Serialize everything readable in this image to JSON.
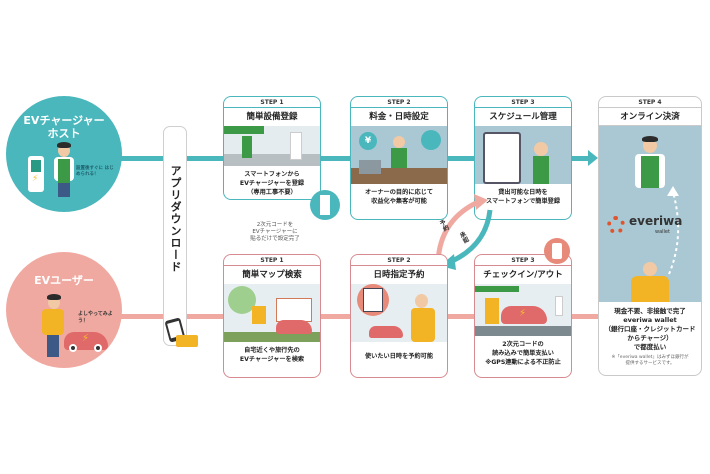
{
  "host": {
    "title_line1": "EVチャージャー",
    "title_line2": "ホスト",
    "speech": "設置後すぐに はじめられる！"
  },
  "user": {
    "title": "EVユーザー",
    "speech": "よしやってみよう！"
  },
  "app_download": {
    "label": "アプリダウンロード"
  },
  "host_steps": [
    {
      "step": "STEP 1",
      "heading": "簡単設備登録",
      "caption": [
        "スマートフォンから",
        "EVチャージャーを登録",
        "（専用工事不要）"
      ],
      "note": [
        "2次元コードを",
        "EVチャージャーに",
        "貼るだけで設定完了"
      ]
    },
    {
      "step": "STEP 2",
      "heading": "料金・日時設定",
      "caption": [
        "オーナーの目的に応じて",
        "収益化や集客が可能"
      ]
    },
    {
      "step": "STEP 3",
      "heading": "スケジュール管理",
      "caption": [
        "貸出可能な日時を",
        "スマートフォンで簡単登録"
      ]
    }
  ],
  "user_steps": [
    {
      "step": "STEP 1",
      "heading": "簡単マップ検索",
      "caption": [
        "自宅近くや旅行先の",
        "EVチャージャーを検索"
      ]
    },
    {
      "step": "STEP 2",
      "heading": "日時指定予約",
      "caption": [
        "使いたい日時を予約可能"
      ]
    },
    {
      "step": "STEP 3",
      "heading": "チェックイン/アウト",
      "caption": [
        "2次元コードの",
        "読み込みで簡単支払い",
        "※GPS連動による不正防止"
      ]
    }
  ],
  "cross_arrows": {
    "reserve": "予約",
    "confirm": "承認"
  },
  "step4": {
    "step": "STEP 4",
    "heading": "オンライン決済",
    "brand": "everiwa",
    "brand_sub": "wallet",
    "caption": [
      "現金不要、非接触で完了",
      "everiwa wallet",
      "（銀行口座・クレジットカード",
      "からチャージ）",
      "で都度払い"
    ],
    "footnote": [
      "※「everiwa wallet」はみずほ銀行が",
      "提供するサービスです。"
    ]
  },
  "colors": {
    "host": "#4ab7bd",
    "user": "#f0a9a1",
    "user_border": "#d78a8f",
    "apron": "#3c9a46",
    "step4_pane": "#a9c8d3"
  }
}
